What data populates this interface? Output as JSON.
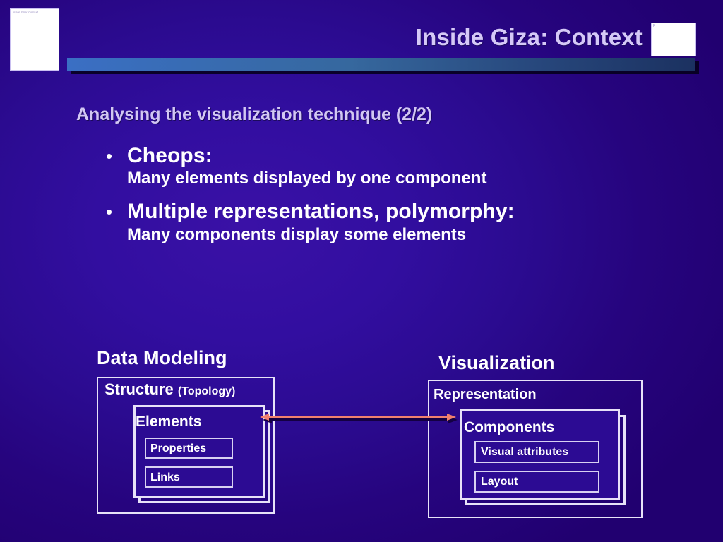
{
  "slide": {
    "title": "Inside Giza: Context",
    "subtitle": "Analysing the visualization technique (2/2)",
    "background_color": "#2b0b90",
    "title_color": "#d5c9f7",
    "bar_color_left": "#3a6fc4",
    "bar_color_right": "#1b3160",
    "arrow_color": "#f0806e",
    "box_border_color": "#e7e2f8"
  },
  "header": {
    "thumb_left_mark": "Inside Giza: Context",
    "thumb_right_mark": "F"
  },
  "bullets": [
    {
      "marker": "•",
      "head": "Cheops:",
      "sub": "Many elements displayed by one component"
    },
    {
      "marker": "•",
      "head": "Multiple representations, polymorphy:",
      "sub": "Many components display some elements"
    }
  ],
  "diagram": {
    "left": {
      "heading": "Data Modeling",
      "outer_title_main": "Structure",
      "outer_title_paren": "(Topology)",
      "mid_title": "Elements",
      "inner": [
        "Properties",
        "Links"
      ]
    },
    "right": {
      "heading": "Visualization",
      "outer_title_main": "Representation",
      "outer_title_paren": "",
      "mid_title": "Components",
      "inner": [
        "Visual attributes",
        "Layout"
      ]
    },
    "arrow": {
      "name": "bidirectional-link",
      "direction": "both"
    }
  }
}
